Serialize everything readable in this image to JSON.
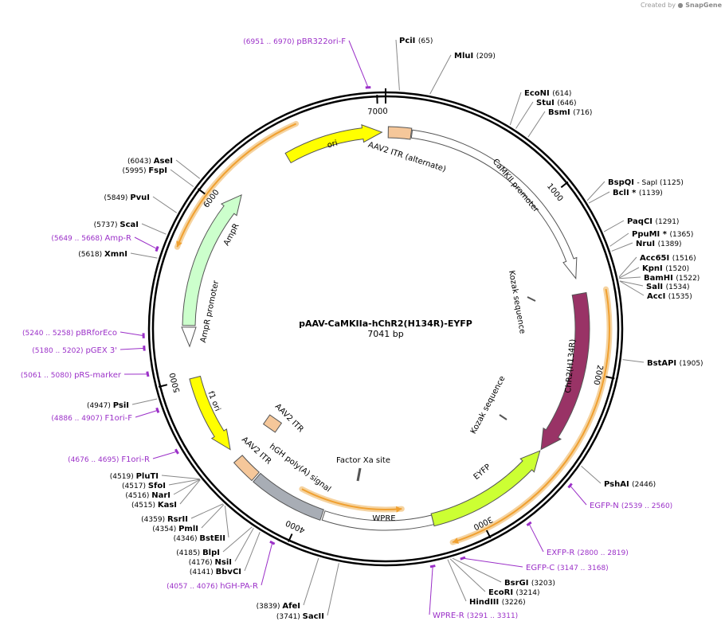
{
  "credit": {
    "prefix": "Created by",
    "brand": "SnapGene"
  },
  "plasmid": {
    "name": "pAAV-CaMKIIa-hChR2(H134R)-EYFP",
    "size_label": "7041 bp",
    "length": 7041
  },
  "ticks": [
    "1000",
    "2000",
    "3000",
    "4000",
    "5000",
    "6000",
    "7000"
  ],
  "sites": [
    {
      "name": "PciI",
      "pos": "(65)",
      "bp": 65
    },
    {
      "name": "MluI",
      "pos": "(209)",
      "bp": 209
    },
    {
      "name": "EcoNI",
      "pos": "(614)",
      "bp": 614
    },
    {
      "name": "StuI",
      "pos": "(646)",
      "bp": 646
    },
    {
      "name": "BsmI",
      "pos": "(716)",
      "bp": 716
    },
    {
      "name": "BspQI",
      "pos": "- SapI",
      "extra": "(1125)",
      "bp": 1125
    },
    {
      "name": "BclI *",
      "pos": "(1139)",
      "bp": 1139
    },
    {
      "name": "PaqCI",
      "pos": "(1291)",
      "bp": 1291
    },
    {
      "name": "PpuMI *",
      "pos": "(1365)",
      "bp": 1365
    },
    {
      "name": "NruI",
      "pos": "(1389)",
      "bp": 1389
    },
    {
      "name": "Acc65I",
      "pos": "(1516)",
      "bp": 1516
    },
    {
      "name": "KpnI",
      "pos": "(1520)",
      "bp": 1520
    },
    {
      "name": "BamHI",
      "pos": "(1522)",
      "bp": 1522
    },
    {
      "name": "SalI",
      "pos": "(1534)",
      "bp": 1534
    },
    {
      "name": "AccI",
      "pos": "(1535)",
      "bp": 1535
    },
    {
      "name": "BstAPI",
      "pos": "(1905)",
      "bp": 1905
    },
    {
      "name": "PshAI",
      "pos": "(2446)",
      "bp": 2446
    },
    {
      "name": "BsrGI",
      "pos": "(3203)",
      "bp": 3203
    },
    {
      "name": "EcoRI",
      "pos": "(3214)",
      "bp": 3214
    },
    {
      "name": "HindIII",
      "pos": "(3226)",
      "bp": 3226
    },
    {
      "name": "SacII",
      "pos": "(3741)",
      "bp": 3741
    },
    {
      "name": "AfeI",
      "pos": "(3839)",
      "bp": 3839
    },
    {
      "name": "BbvCI",
      "pos": "(4141)",
      "bp": 4141
    },
    {
      "name": "NsiI",
      "pos": "(4176)",
      "bp": 4176
    },
    {
      "name": "BlpI",
      "pos": "(4185)",
      "bp": 4185
    },
    {
      "name": "BstEII",
      "pos": "(4346)",
      "bp": 4346
    },
    {
      "name": "PmlI",
      "pos": "(4354)",
      "bp": 4354
    },
    {
      "name": "RsrII",
      "pos": "(4359)",
      "bp": 4359
    },
    {
      "name": "KasI",
      "pos": "(4515)",
      "bp": 4515
    },
    {
      "name": "NarI",
      "pos": "(4516)",
      "bp": 4516
    },
    {
      "name": "SfoI",
      "pos": "(4517)",
      "bp": 4517
    },
    {
      "name": "PluTI",
      "pos": "(4519)",
      "bp": 4519
    },
    {
      "name": "PsiI",
      "pos": "(4947)",
      "bp": 4947
    },
    {
      "name": "XmnI",
      "pos": "(5618)",
      "bp": 5618
    },
    {
      "name": "ScaI",
      "pos": "(5737)",
      "bp": 5737
    },
    {
      "name": "PvuI",
      "pos": "(5849)",
      "bp": 5849
    },
    {
      "name": "FspI",
      "pos": "(5995)",
      "bp": 5995
    },
    {
      "name": "AseI",
      "pos": "(6043)",
      "bp": 6043
    }
  ],
  "primers": [
    {
      "name": "pBR322ori-F",
      "pos": "(6951 .. 6970)",
      "bp": 6960
    },
    {
      "name": "EGFP-N",
      "pos": "(2539 .. 2560)",
      "bp": 2550
    },
    {
      "name": "EXFP-R",
      "pos": "(2800 .. 2819)",
      "bp": 2810
    },
    {
      "name": "EGFP-C",
      "pos": "(3147 .. 3168)",
      "bp": 3157
    },
    {
      "name": "WPRE-R",
      "pos": "(3291 .. 3311)",
      "bp": 3301
    },
    {
      "name": "hGH-PA-R",
      "pos": "(4057 .. 4076)",
      "bp": 4066
    },
    {
      "name": "F1ori-R",
      "pos": "(4676 .. 4695)",
      "bp": 4685
    },
    {
      "name": "F1ori-F",
      "pos": "(4886 .. 4907)",
      "bp": 4896
    },
    {
      "name": "pRS-marker",
      "pos": "(5061 .. 5080)",
      "bp": 5070
    },
    {
      "name": "pGEX 3'",
      "pos": "(5180 .. 5202)",
      "bp": 5191
    },
    {
      "name": "pBRforEco",
      "pos": "(5240 .. 5258)",
      "bp": 5249
    },
    {
      "name": "Amp-R",
      "pos": "(5649 .. 5668)",
      "bp": 5658
    }
  ],
  "features": [
    {
      "name": "ori",
      "color": "#ffff00"
    },
    {
      "name": "AAV2 ITR (alternate)",
      "color": "#f5c79a"
    },
    {
      "name": "CaMKII promoter",
      "color": "#ffffff"
    },
    {
      "name": "Kozak sequence",
      "color": "#ffffff"
    },
    {
      "name": "ChR2(H134R)",
      "color": "#993366"
    },
    {
      "name": "Kozak sequence",
      "color": "#ffffff"
    },
    {
      "name": "EYFP",
      "color": "#ccff33"
    },
    {
      "name": "WPRE",
      "color": "#ffffff"
    },
    {
      "name": "Factor Xa site",
      "color": "#c8a0b8"
    },
    {
      "name": "hGH poly(A) signal",
      "color": "#a8adb5"
    },
    {
      "name": "AAV2 ITR",
      "color": "#f5c79a"
    },
    {
      "name": "AAV2 ITR",
      "color": "#f5c79a"
    },
    {
      "name": "f1 ori",
      "color": "#ffff00"
    },
    {
      "name": "AmpR promoter",
      "color": "#ffffff"
    },
    {
      "name": "AmpR",
      "color": "#ccffcc"
    }
  ],
  "colors": {
    "primer": "#9b30c8",
    "orf": "#f0a030",
    "backbone": "#000000"
  }
}
